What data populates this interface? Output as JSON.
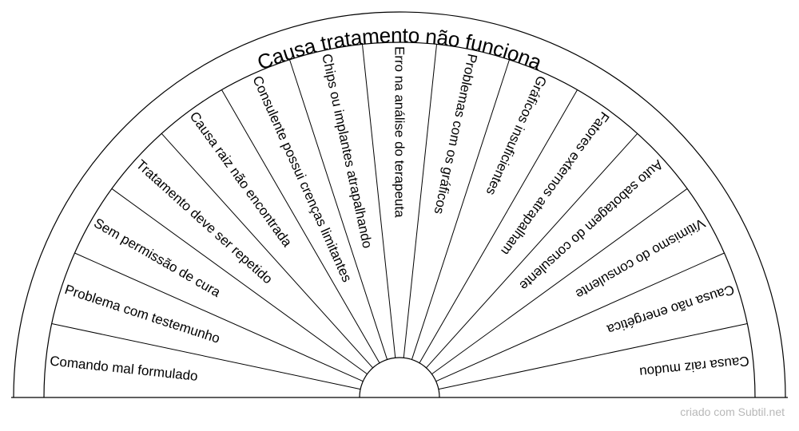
{
  "chart_data": {
    "type": "pendulum-chart",
    "title": "Causa tratamento não funciona",
    "segments": [
      "Comando mal formulado",
      "Problema com testemunho",
      "Sem permissão de cura",
      "Tratamento deve ser repetido",
      "Causa raiz não encontrada",
      "Consulente possui crenças limitantes",
      "Chips ou implantes atrapalhando",
      "Erro na análise do terapeuta",
      "Problemas com os gráficos",
      "Gráficos insuficientes",
      "Fatores externos atrapalham",
      "Auto sabotagem do consulente",
      "Vitimismo do consulente",
      "Causa não energética",
      "Causa raiz mudou"
    ],
    "colors": {
      "line": "#000000",
      "background": "#ffffff",
      "footer": "#b8b8b8"
    }
  },
  "footer": "criado com Subtil.net"
}
